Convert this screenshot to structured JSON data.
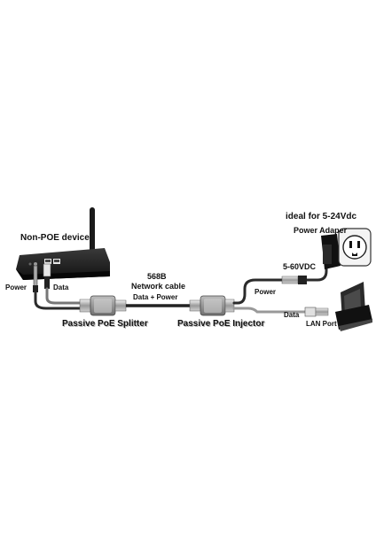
{
  "labels": {
    "device": "Non-POE device",
    "power_left": "Power",
    "data_left": "Data",
    "cable_std": "568B",
    "cable_name": "Network cable",
    "data_power": "Data + Power",
    "splitter": "Passive PoE Splitter",
    "injector": "Passive PoE Injector",
    "ideal": "ideal for 5-24Vdc",
    "adapter": "Power Adaper",
    "voltage": "5-60VDC",
    "power_right": "Power",
    "data_right": "Data",
    "lan": "LAN Port"
  }
}
